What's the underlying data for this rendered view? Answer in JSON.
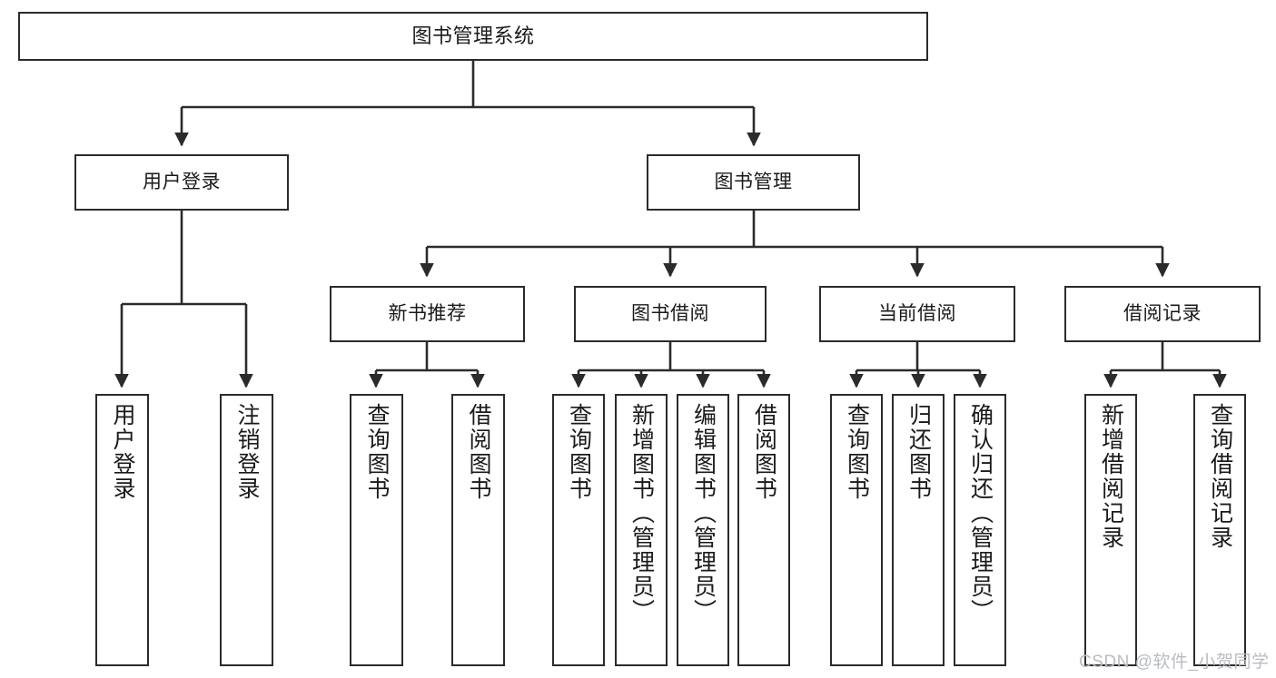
{
  "diagram": {
    "type": "tree-hierarchy",
    "title": "图书管理系统",
    "watermark": "CSDN @软件_小贺同学",
    "colors": {
      "stroke": "#2b2b2b",
      "fill": "#ffffff",
      "text": "#1a1a1a",
      "watermark": "#b9bcc0"
    },
    "nodes": {
      "root": {
        "label": "图书管理系统"
      },
      "level1": [
        {
          "id": "user-login",
          "label": "用户登录"
        },
        {
          "id": "book-management",
          "label": "图书管理"
        }
      ],
      "level2": [
        {
          "id": "new-book-recommend",
          "label": "新书推荐"
        },
        {
          "id": "book-borrow",
          "label": "图书借阅"
        },
        {
          "id": "current-borrow",
          "label": "当前借阅"
        },
        {
          "id": "borrow-record",
          "label": "借阅记录"
        }
      ],
      "leaves": {
        "user-login": [
          {
            "id": "leaf-user-login",
            "label": "用户登录"
          },
          {
            "id": "leaf-logout-login",
            "label": "注销登录"
          }
        ],
        "new-book-recommend": [
          {
            "id": "leaf-query-book-1",
            "label": "查询图书"
          },
          {
            "id": "leaf-borrow-book-1",
            "label": "借阅图书"
          }
        ],
        "book-borrow": [
          {
            "id": "leaf-query-book-2",
            "label": "查询图书"
          },
          {
            "id": "leaf-add-book",
            "label": "新增图书（管理员）"
          },
          {
            "id": "leaf-edit-book",
            "label": "编辑图书（管理员）"
          },
          {
            "id": "leaf-borrow-book-2",
            "label": "借阅图书"
          }
        ],
        "current-borrow": [
          {
            "id": "leaf-query-book-3",
            "label": "查询图书"
          },
          {
            "id": "leaf-return-book",
            "label": "归还图书"
          },
          {
            "id": "leaf-confirm-return",
            "label": "确认归还（管理员）"
          }
        ],
        "borrow-record": [
          {
            "id": "leaf-add-record",
            "label": "新增借阅记录"
          },
          {
            "id": "leaf-query-record",
            "label": "查询借阅记录"
          }
        ]
      }
    }
  }
}
